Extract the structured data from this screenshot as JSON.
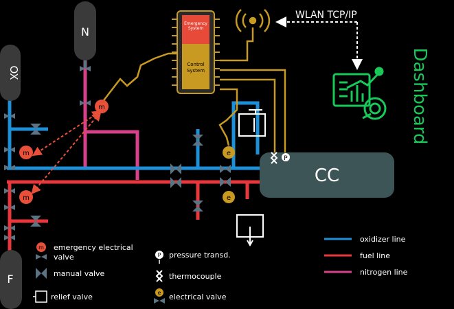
{
  "tanks": {
    "nitrogen": "N",
    "oxidizer": "OX",
    "fuel": "F"
  },
  "chip": {
    "emergency_label": "Emergency\nSystem",
    "control_label": "Control\nSystem"
  },
  "wlan_label": "WLAN TCP/IP",
  "dashboard_label": "Dashboard",
  "chamber_label": "CC",
  "pressure_symbol": "P",
  "valve_marks": {
    "electrical": "e",
    "emergency": "m"
  },
  "legend": {
    "emergency_valve": "emergency electrical\nvalve",
    "manual_valve": "manual valve",
    "relief_valve": "relief valve",
    "pressure_transducer": "pressure transd.",
    "thermocouple": "thermocouple",
    "electrical_valve": "electrical valve",
    "oxidizer_line": "oxidizer line",
    "fuel_line": "fuel line",
    "nitrogen_line": "nitrogen line"
  },
  "colors": {
    "background": "#000000",
    "oxidizer": "#1e90d8",
    "fuel": "#e8383d",
    "nitrogen": "#d6418a",
    "control": "#c89a22",
    "emergency": "#e8503a",
    "dashboard": "#18c95a",
    "tank": "#3a3a3a",
    "chamber": "#3e5558",
    "valve": "#5b7382",
    "wlan": "#ffffff"
  }
}
